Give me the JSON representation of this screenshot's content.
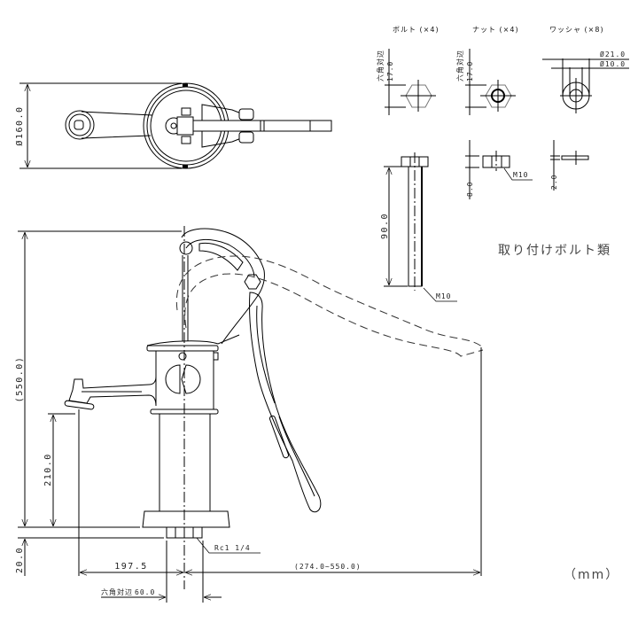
{
  "title": "取り付けボルト類",
  "unit_label": "（mm）",
  "parts": {
    "bolt": {
      "label": "ボルト (×4)",
      "hex_label": "六角対辺",
      "hex_value": "17.0",
      "length": "90.0",
      "thread": "M10"
    },
    "nut": {
      "label": "ナット (×4)",
      "hex_label": "六角対辺",
      "hex_value": "17.0",
      "height": "8.0",
      "thread": "M10"
    },
    "washer": {
      "label": "ワッシャ (×8)",
      "outer_dia": "Ø21.0",
      "inner_dia": "Ø10.0",
      "thickness": "2.0"
    }
  },
  "top_view": {
    "diameter": "Ø160.0"
  },
  "side_view": {
    "total_height": "(550.0)",
    "spout_height": "210.0",
    "base_height": "20.0",
    "spout_reach": "197.5",
    "handle_reach": "(274.0~550.0)",
    "thread": "Rc1 1/4",
    "hex_label": "六角対辺",
    "hex_value": "60.0"
  }
}
